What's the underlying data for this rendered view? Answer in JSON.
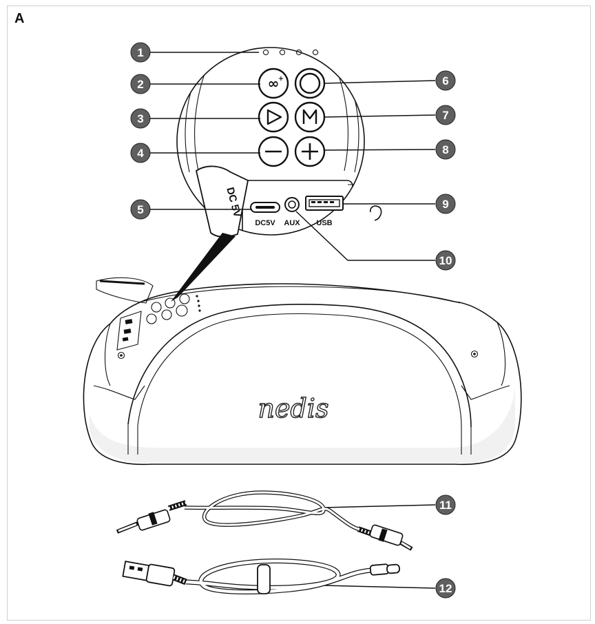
{
  "figure_label": "A",
  "ports": {
    "dc": "DC5V",
    "aux": "AUX",
    "usb": "USB"
  },
  "flap_label": "DC 5V",
  "brand": "nedis",
  "callouts": [
    {
      "id": "1",
      "label": "1"
    },
    {
      "id": "2",
      "label": "2"
    },
    {
      "id": "3",
      "label": "3"
    },
    {
      "id": "4",
      "label": "4"
    },
    {
      "id": "5",
      "label": "5"
    },
    {
      "id": "6",
      "label": "6"
    },
    {
      "id": "7",
      "label": "7"
    },
    {
      "id": "8",
      "label": "8"
    },
    {
      "id": "9",
      "label": "9"
    },
    {
      "id": "10",
      "label": "10"
    },
    {
      "id": "11",
      "label": "11"
    },
    {
      "id": "12",
      "label": "12"
    }
  ],
  "colors": {
    "callout_fill": "#5f5f5f",
    "line": "#111111",
    "shade": "#efefef"
  }
}
